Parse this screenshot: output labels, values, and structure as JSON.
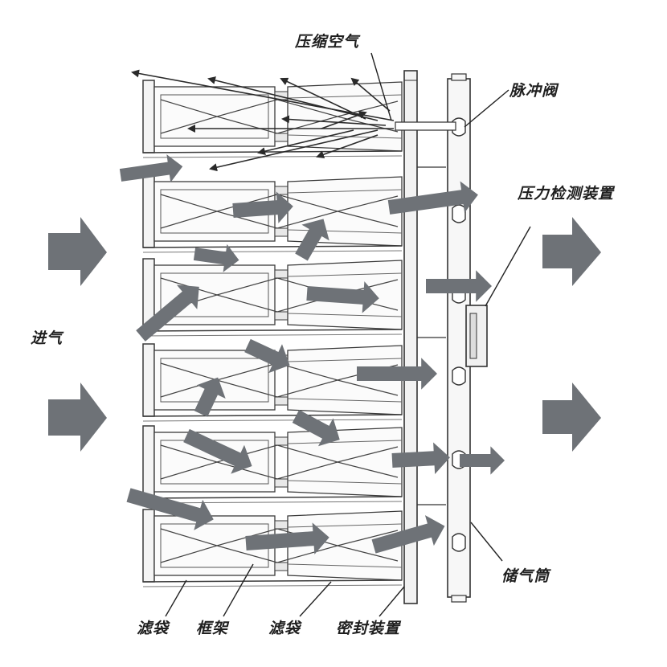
{
  "labels": {
    "compressed_air": "压缩空气",
    "pulse_valve": "脉冲阀",
    "pressure_detector": "压力检测装置",
    "inlet_air": "进气",
    "air_reservoir": "储气筒",
    "filter_bag_left": "滤袋",
    "frame": "框架",
    "filter_bag_right": "滤袋",
    "seal_device": "密封装置"
  },
  "colors": {
    "arrow_fill": "#6e7277",
    "arrow_dark": "#55595e",
    "line": "#3a3a3a",
    "frame_fill": "#f4f4f4"
  }
}
